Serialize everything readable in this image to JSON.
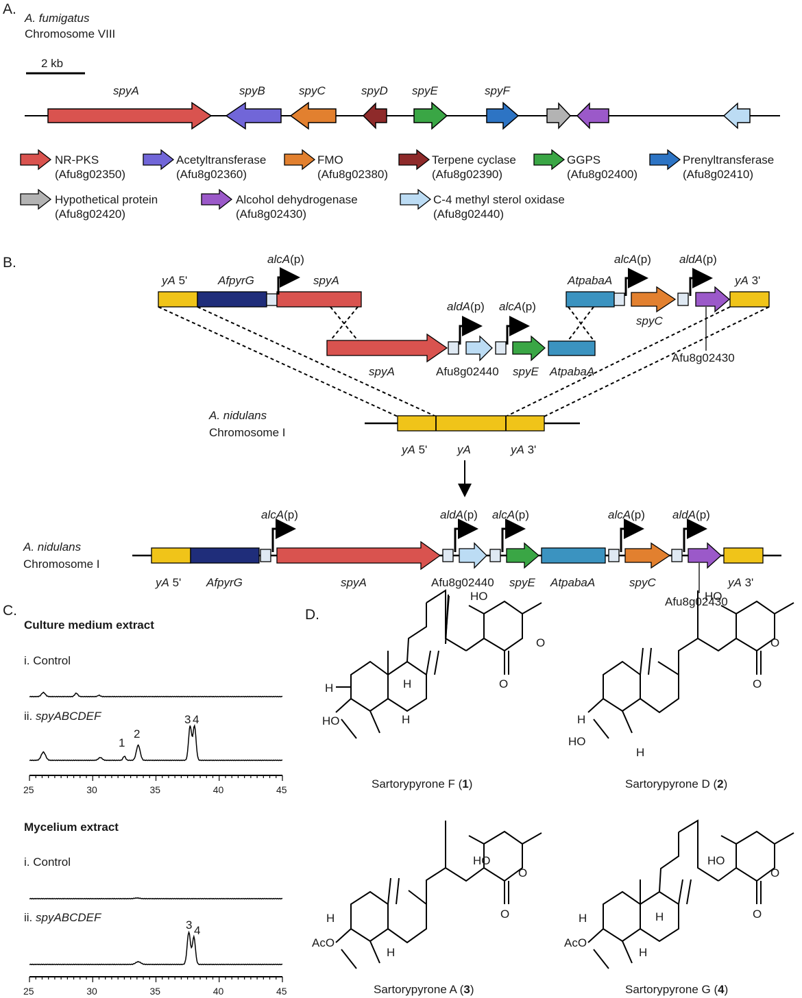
{
  "panels": {
    "a": "A.",
    "b": "B.",
    "c": "C.",
    "d": "D."
  },
  "panel_a": {
    "organism": "A. fumigatus",
    "chromosome": "Chromosome VIII",
    "scale_label": "2 kb",
    "gene_labels": {
      "spyA": "spyA",
      "spyB": "spyB",
      "spyC": "spyC",
      "spyD": "spyD",
      "spyE": "spyE",
      "spyF": "spyF"
    },
    "legend": [
      {
        "name": "NR-PKS",
        "locus": "(Afu8g02350)",
        "color": "#d9534f"
      },
      {
        "name": "Acetyltransferase",
        "locus": "(Afu8g02360)",
        "color": "#7166d8"
      },
      {
        "name": "FMO",
        "locus": "(Afu8g02380)",
        "color": "#e2802f"
      },
      {
        "name": "Terpene cyclase",
        "locus": "(Afu8g02390)",
        "color": "#8e2a2a"
      },
      {
        "name": "GGPS",
        "locus": "(Afu8g02400)",
        "color": "#3aa645"
      },
      {
        "name": "Prenyltransferase",
        "locus": "(Afu8g02410)",
        "color": "#2d74c4"
      },
      {
        "name": "Hypothetical protein",
        "locus": "(Afu8g02420)",
        "color": "#b3b3b3"
      },
      {
        "name": "Alcohol dehydrogenase",
        "locus": "(Afu8g02430)",
        "color": "#9b59c9"
      },
      {
        "name": "C-4 methyl sterol oxidase",
        "locus": "(Afu8g02440)",
        "color": "#bcdcf4"
      }
    ]
  },
  "panel_b": {
    "yA5": "yA",
    "yA3": "yA",
    "five_prime": " 5'",
    "three_prime": " 3'",
    "afpyrG": "AfpyrG",
    "alcA": "alcA",
    "aldA": "aldA",
    "promoter_suffix": "(p)",
    "spyA": "spyA",
    "spyC": "spyC",
    "spyE": "spyE",
    "atpabaA": "AtpabaA",
    "afu02440": "Afu8g02440",
    "afu02430": "Afu8g02430",
    "yA": "yA",
    "nidulans": "A. nidulans",
    "chromosome": "Chromosome I"
  },
  "panel_c": {
    "culture_title": "Culture medium extract",
    "mycelium_title": "Mycelium extract",
    "control": "i. Control",
    "sample_prefix": "ii. ",
    "sample_name": "spyABCDEF",
    "peaks": {
      "p1": "1",
      "p2": "2",
      "p3": "3",
      "p4": "4"
    },
    "x_ticks": [
      "25",
      "30",
      "35",
      "40",
      "45"
    ]
  },
  "panel_d": {
    "compounds": [
      {
        "name": "Sartorypyrone F (",
        "num": "1",
        "close": ")"
      },
      {
        "name": "Sartorypyrone D (",
        "num": "2",
        "close": ")"
      },
      {
        "name": "Sartorypyrone A (",
        "num": "3",
        "close": ")"
      },
      {
        "name": "Sartorypyrone G (",
        "num": "4",
        "close": ")"
      }
    ],
    "atoms": {
      "HO": "HO",
      "O": "O",
      "H": "H",
      "AcO": "AcO"
    }
  },
  "chart_data": [
    {
      "type": "line",
      "title": "Culture medium extract",
      "xlim": [
        25,
        45
      ],
      "x_ticks": [
        25,
        30,
        35,
        40,
        45
      ],
      "series": [
        {
          "name": "i. Control"
        },
        {
          "name": "ii. spyABCDEF",
          "peaks": [
            {
              "label": "1",
              "x": 32.5
            },
            {
              "label": "2",
              "x": 33.6
            },
            {
              "label": "3",
              "x": 37.7
            },
            {
              "label": "4",
              "x": 38.0
            }
          ]
        }
      ]
    },
    {
      "type": "line",
      "title": "Mycelium extract",
      "xlim": [
        25,
        45
      ],
      "x_ticks": [
        25,
        30,
        35,
        40,
        45
      ],
      "series": [
        {
          "name": "i. Control"
        },
        {
          "name": "ii. spyABCDEF",
          "peaks": [
            {
              "label": "3",
              "x": 37.6
            },
            {
              "label": "4",
              "x": 38.0
            }
          ]
        }
      ]
    }
  ]
}
